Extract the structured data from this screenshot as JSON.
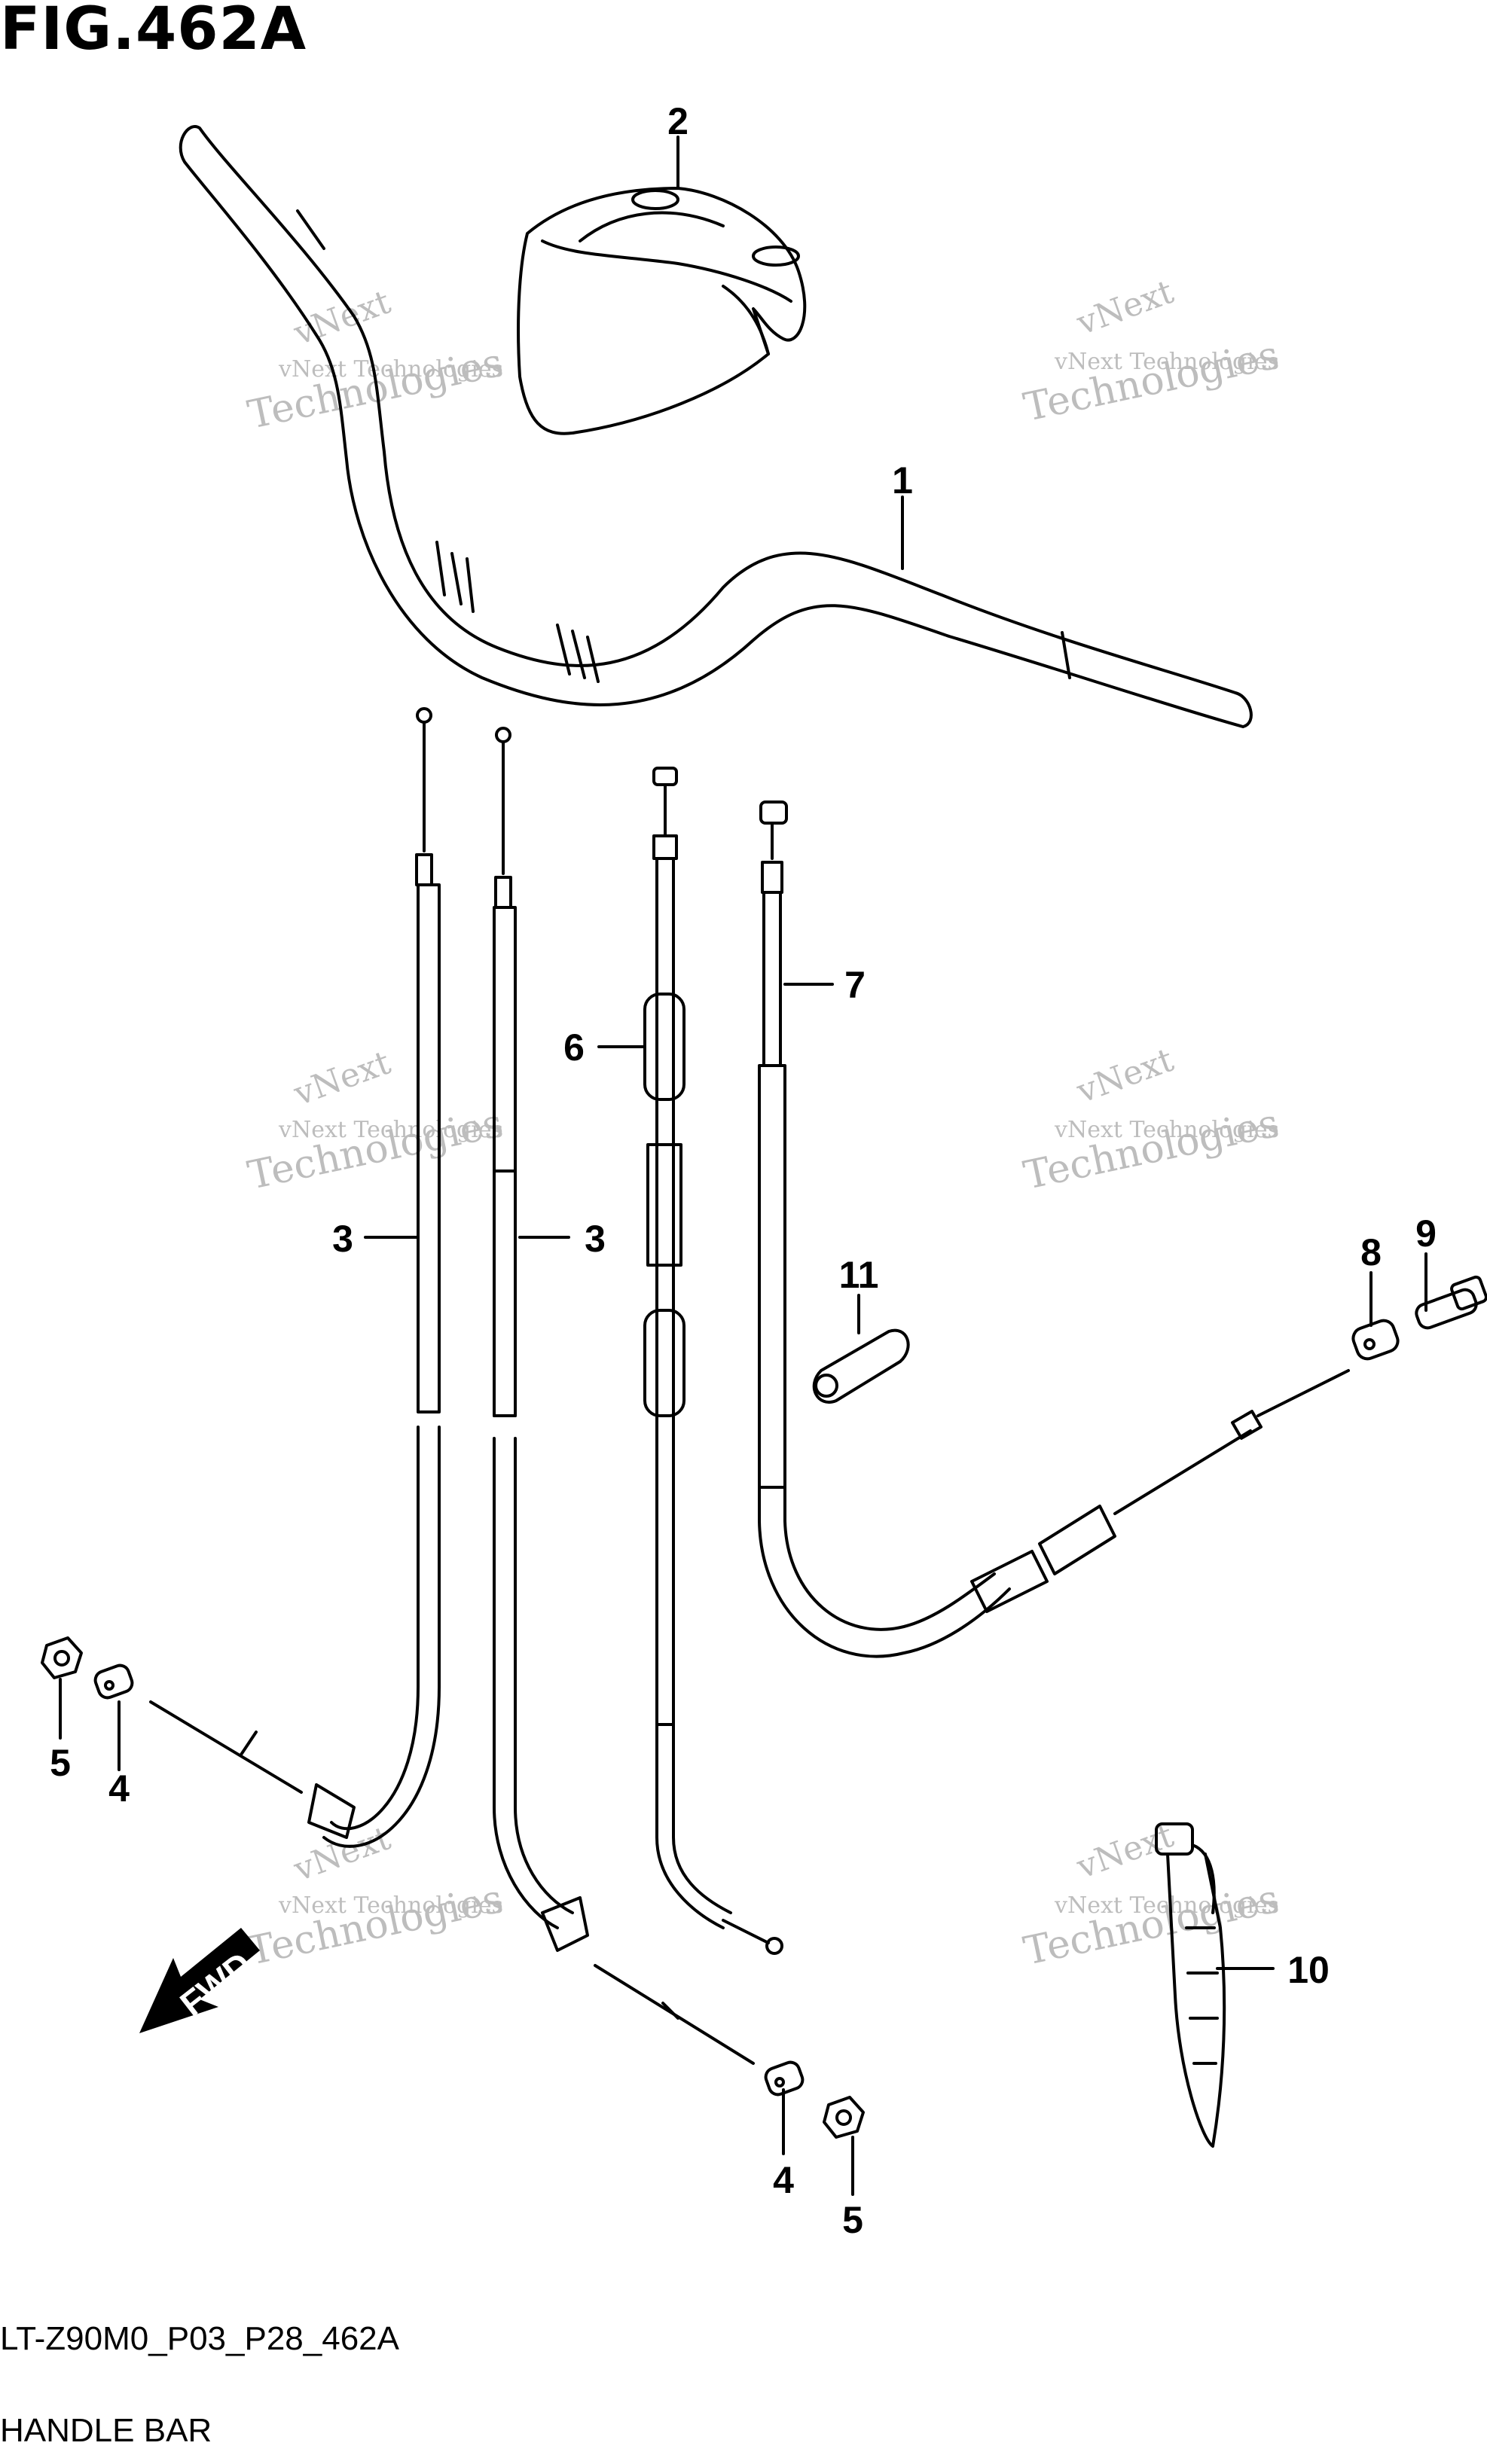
{
  "figure": {
    "title": "FIG.462A",
    "code": "LT-Z90M0_P03_P28_462A",
    "name": "HANDLE BAR"
  },
  "watermark": {
    "line1": "vNext Technologies",
    "line2": "Technologies",
    "line3": "vNext"
  },
  "direction_arrow": "FWD",
  "callouts": [
    "1",
    "2",
    "3",
    "3",
    "4",
    "4",
    "5",
    "5",
    "6",
    "7",
    "8",
    "9",
    "10",
    "11"
  ],
  "parts": [
    {
      "ref": "1",
      "icon": "handlebar"
    },
    {
      "ref": "2",
      "icon": "handlebar-cover"
    },
    {
      "ref": "3",
      "icon": "brake-cable"
    },
    {
      "ref": "4",
      "icon": "cable-joint"
    },
    {
      "ref": "5",
      "icon": "adjuster-nut"
    },
    {
      "ref": "6",
      "icon": "throttle-cable"
    },
    {
      "ref": "7",
      "icon": "parking-brake-cable"
    },
    {
      "ref": "8",
      "icon": "cable-joint"
    },
    {
      "ref": "9",
      "icon": "adjuster-bolt"
    },
    {
      "ref": "10",
      "icon": "cable-tie"
    },
    {
      "ref": "11",
      "icon": "cushion"
    }
  ],
  "colors": {
    "line": "#000000",
    "watermark": "#bdbdbd",
    "background": "#ffffff"
  }
}
